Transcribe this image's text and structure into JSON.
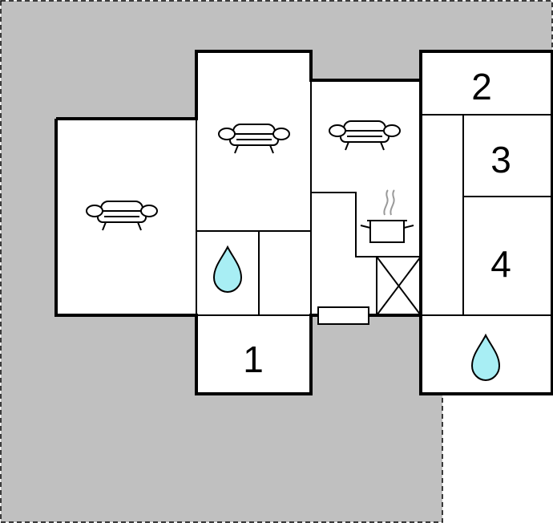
{
  "floorplan": {
    "room_numbers": [
      "1",
      "2",
      "3",
      "4"
    ],
    "colors": {
      "terrace": "#c0c0c0",
      "wall": "#000000",
      "floor": "#ffffff",
      "water": "#a8eef4"
    },
    "icons": [
      "sofa-icon",
      "water-drop-icon",
      "cooking-pot-icon",
      "stairs-icon",
      "radiator-icon"
    ]
  }
}
